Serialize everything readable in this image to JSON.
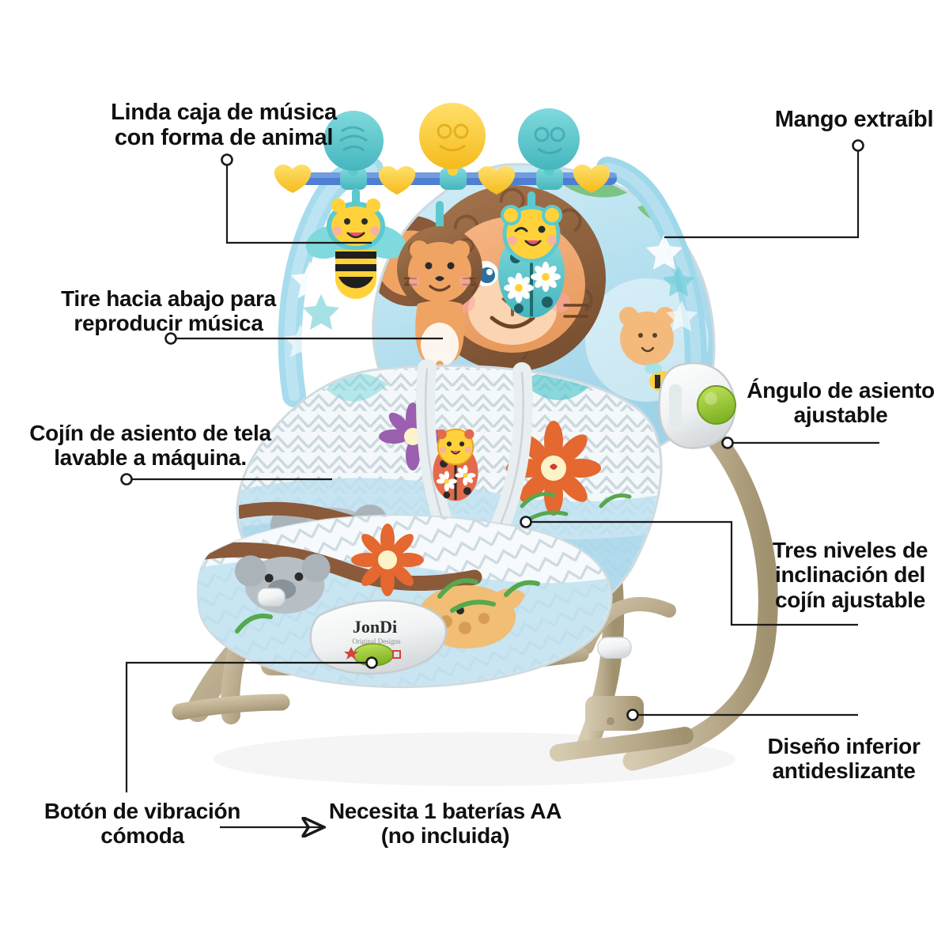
{
  "page": {
    "title": "Infografía de producto - Mecedora para bebé JonDi",
    "background_color": "#ffffff",
    "text_color": "#101010"
  },
  "brand": {
    "name": "JonDi",
    "tagline": "Original Designs"
  },
  "callouts": [
    {
      "id": "music-box",
      "label": "Linda caja de música\ncon forma de animal",
      "align": "center",
      "font_size": 29
    },
    {
      "id": "removable-handle",
      "label": "Mango extraíbl",
      "align": "center",
      "font_size": 29
    },
    {
      "id": "pull-down-music",
      "label": "Tire hacia abajo para\nreproducir música",
      "align": "center",
      "font_size": 28
    },
    {
      "id": "washable-seat-cushion",
      "label": "Cojín de asiento de tela\nlavable a máquina.",
      "align": "center",
      "font_size": 28
    },
    {
      "id": "adjustable-seat-angle",
      "label": "Ángulo de asiento\najustable",
      "align": "center",
      "font_size": 28
    },
    {
      "id": "three-recline-levels",
      "label": "Tres niveles de\ninclinación del\ncojín ajustable",
      "align": "center",
      "font_size": 28
    },
    {
      "id": "non-slip-bottom",
      "label": "Diseño inferior\nantideslizante",
      "align": "center",
      "font_size": 28
    },
    {
      "id": "vibration-button",
      "label": "Botón de vibración\ncómoda",
      "align": "center",
      "font_size": 28
    },
    {
      "id": "battery-requirement",
      "label": "Necesita 1 baterías AA\n(no incluida)",
      "align": "center",
      "font_size": 28
    }
  ],
  "colors": {
    "leader_line": "#1a1a1a",
    "frame_beige": "#bcae92",
    "frame_beige_dark": "#a2936f",
    "seat_light_blue": "#bfe3f0",
    "toy_teal": "#5cc9cf",
    "toy_yellow": "#ffd23b",
    "button_green": "#9ccc3c",
    "lion_orange": "#f0a463",
    "lion_mane_brown": "#8a5a3b"
  }
}
